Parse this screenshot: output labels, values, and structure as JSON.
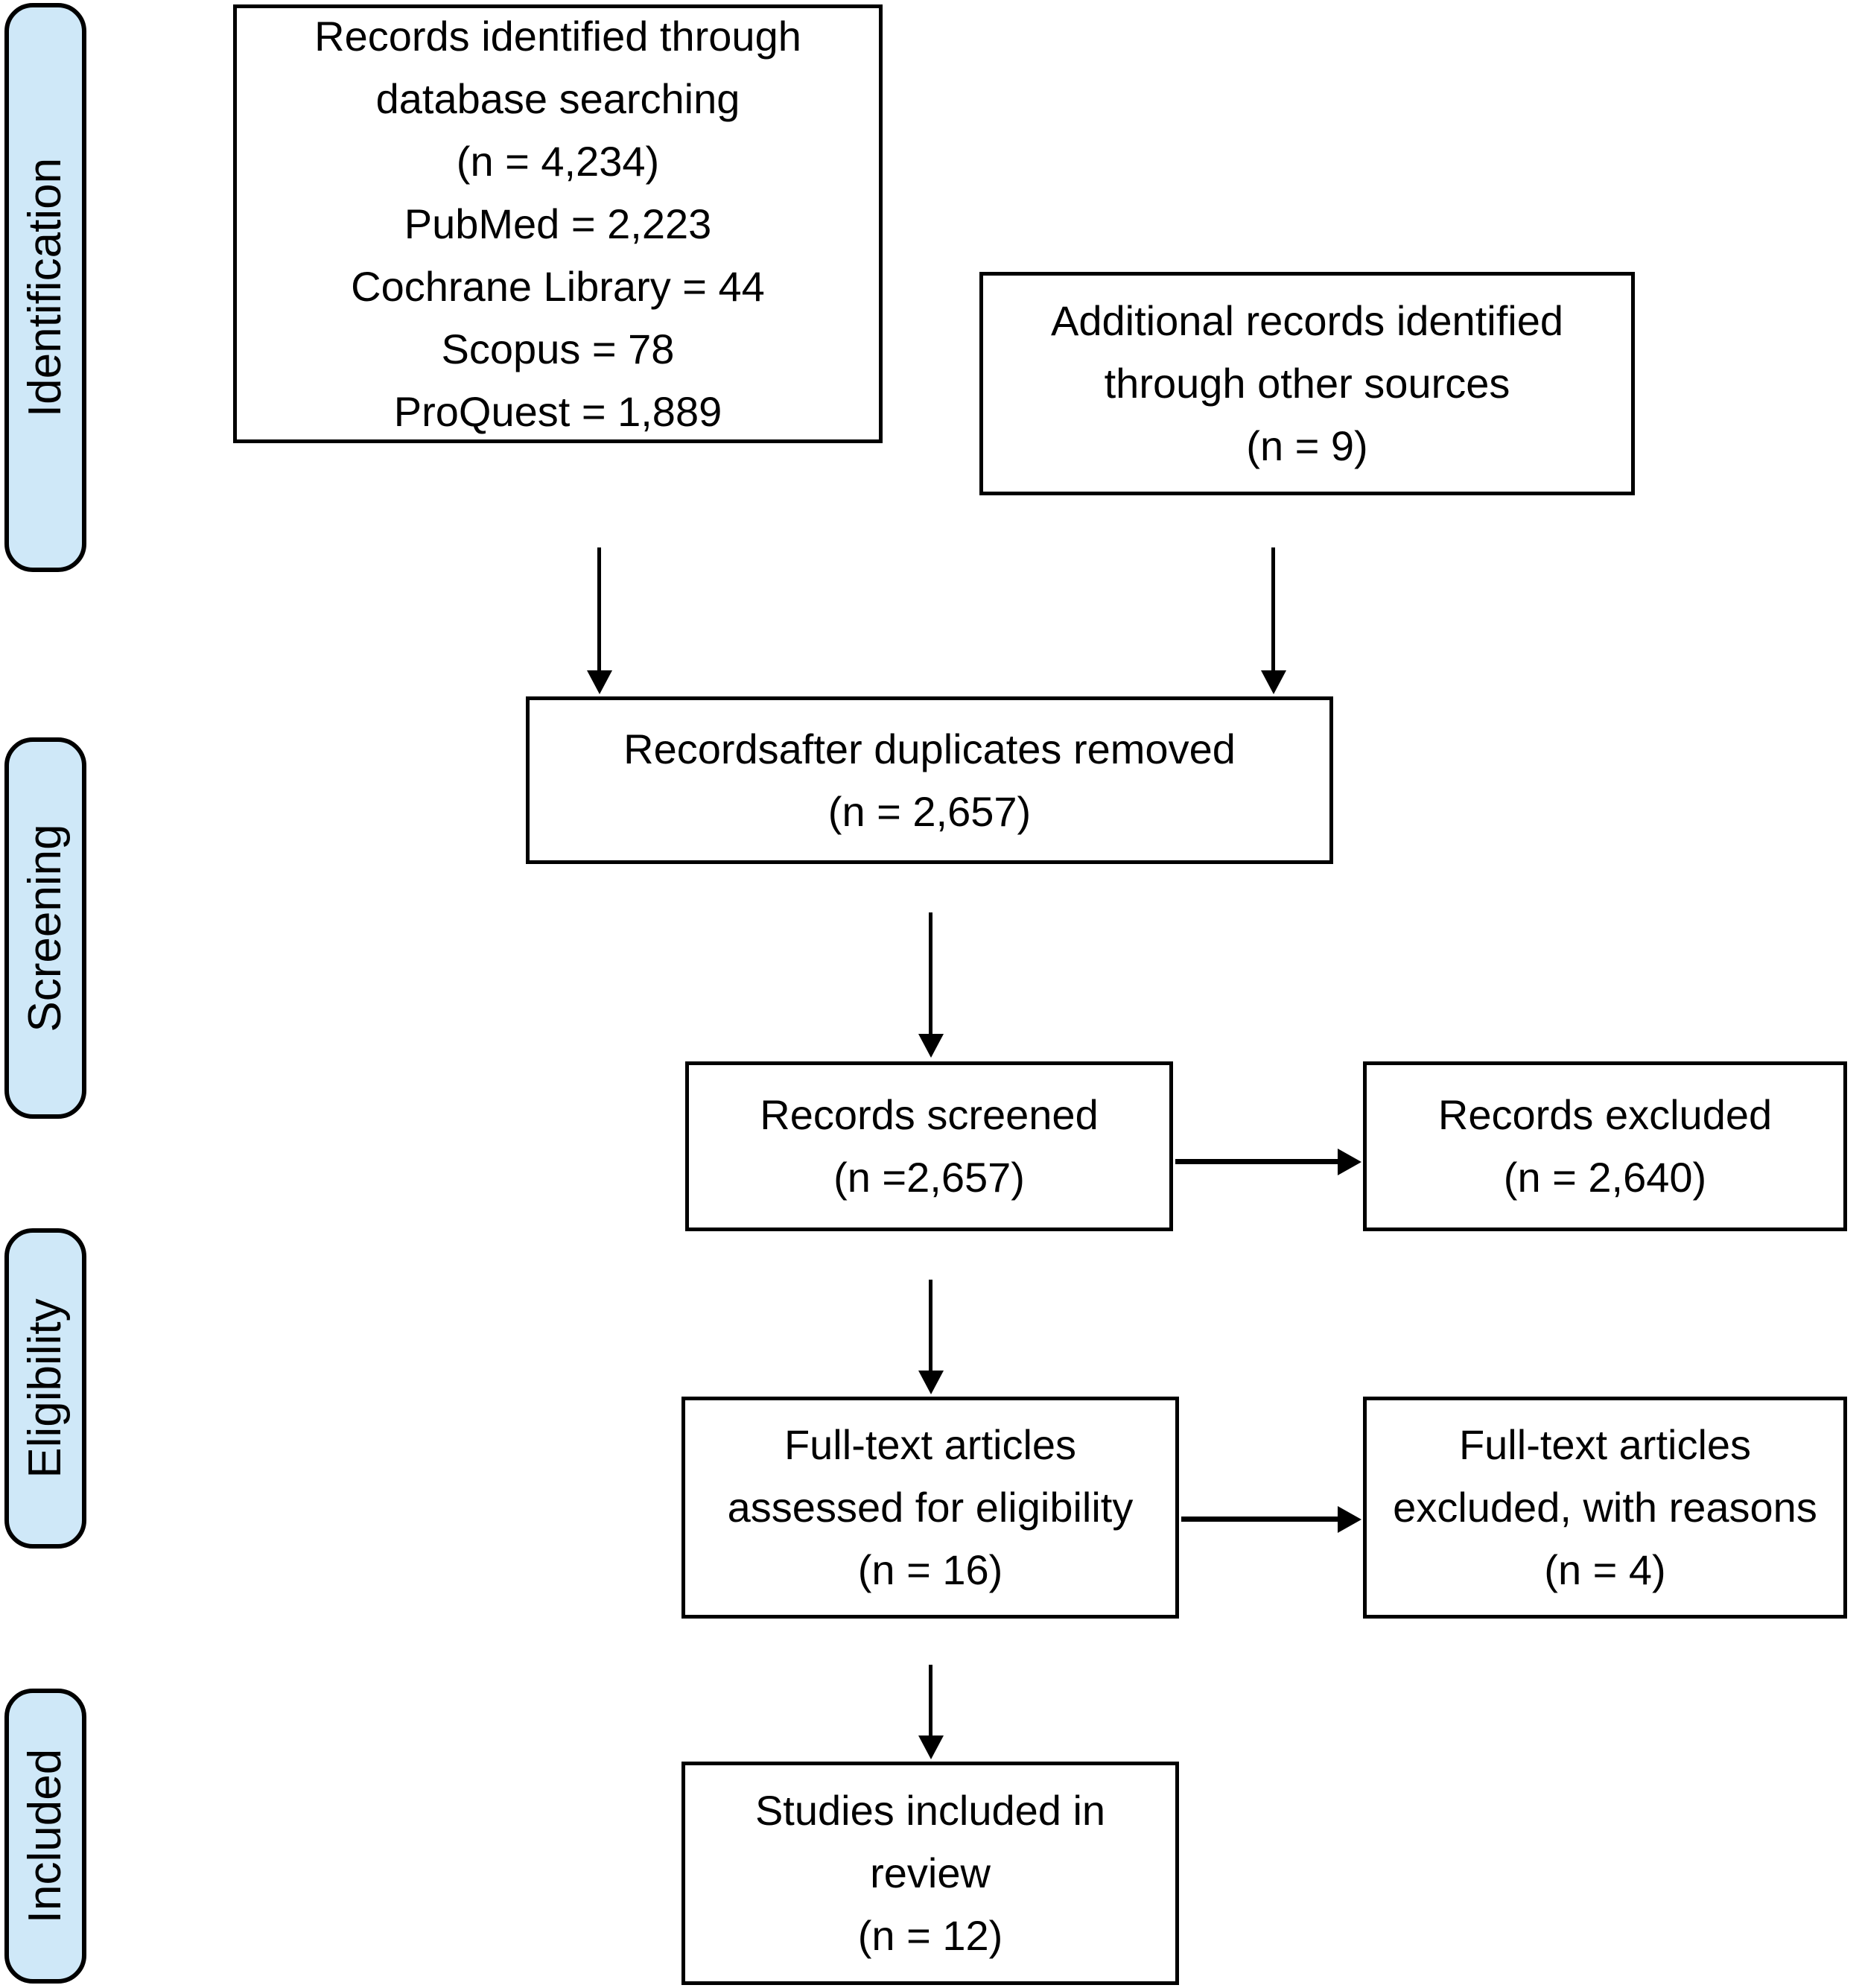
{
  "stages": [
    {
      "label": "Identification"
    },
    {
      "label": "Screening"
    },
    {
      "label": "Eligibility"
    },
    {
      "label": "Included"
    }
  ],
  "boxes": {
    "identified": {
      "lines": [
        "Records identified through",
        "database searching",
        "(n = 4,234)",
        "PubMed = 2,223",
        "Cochrane Library = 44",
        "Scopus = 78",
        "ProQuest = 1,889"
      ]
    },
    "additional": {
      "lines": [
        "Additional records identified",
        "through other sources",
        "(n = 9)"
      ]
    },
    "duplicates_removed": {
      "lines": [
        "Recordsafter duplicates removed",
        "(n = 2,657)"
      ]
    },
    "screened": {
      "lines": [
        "Records screened",
        "(n =2,657)"
      ]
    },
    "records_excluded": {
      "lines": [
        "Records excluded",
        "(n = 2,640)"
      ]
    },
    "fulltext_assessed": {
      "lines": [
        "Full-text articles",
        "assessed for eligibility",
        "(n = 16)"
      ]
    },
    "fulltext_excluded": {
      "lines": [
        "Full-text articles",
        "excluded, with reasons",
        "(n = 4)"
      ]
    },
    "studies_included": {
      "lines": [
        "Studies included in",
        "review",
        "(n = 12)"
      ]
    }
  },
  "colors": {
    "stage_fill": "#cfe8f8",
    "stage_border": "#000000",
    "box_border": "#000000",
    "arrow": "#000000",
    "text": "#000000",
    "background": "#ffffff"
  }
}
